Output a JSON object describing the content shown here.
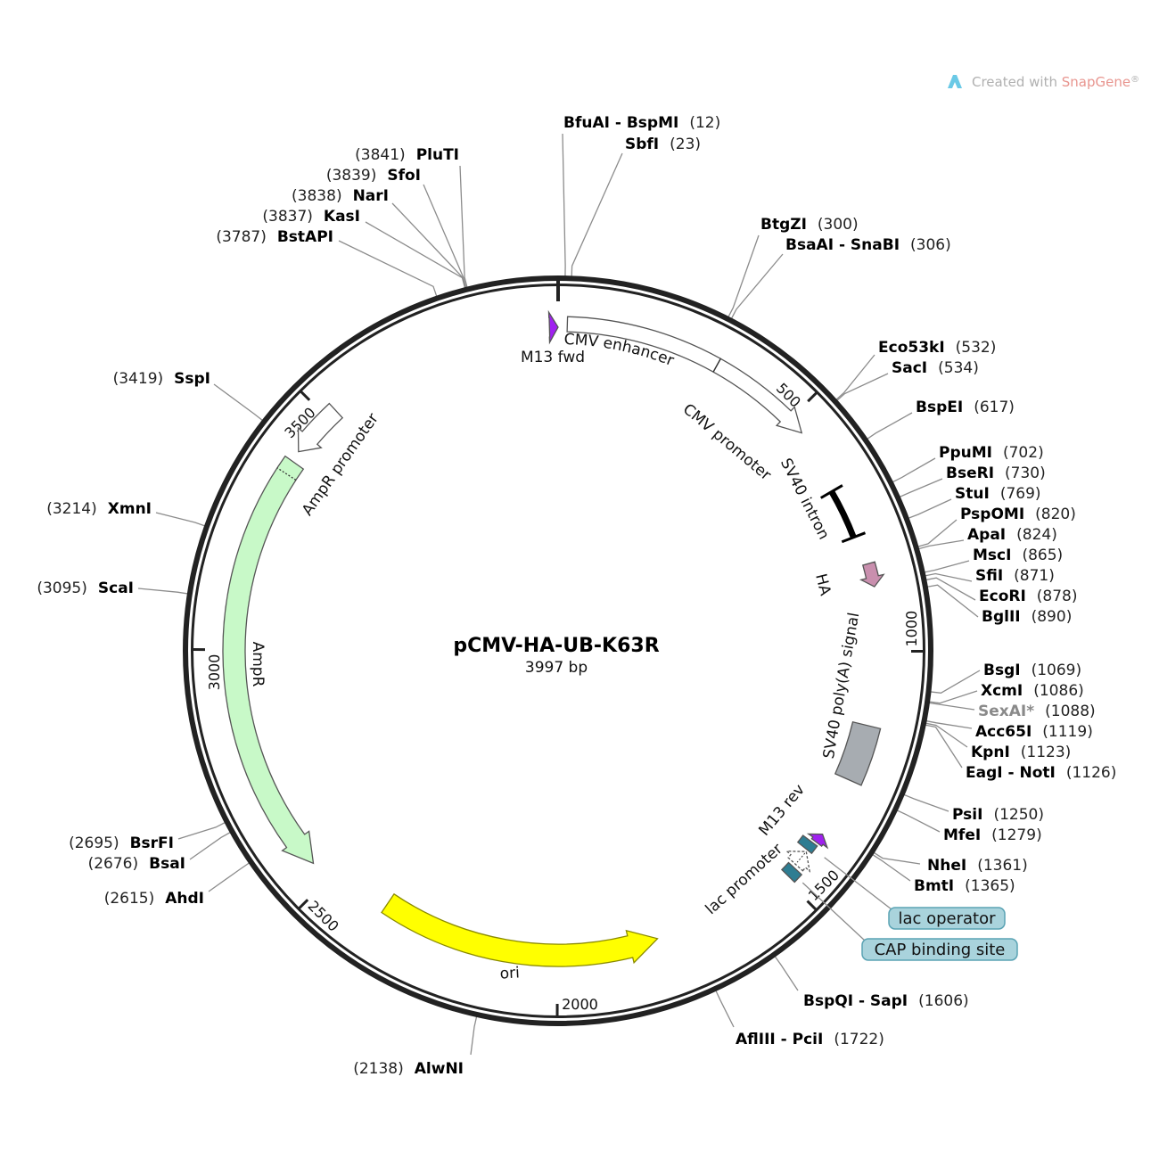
{
  "map": {
    "title": "pCMV-HA-UB-K63R",
    "length_label": "3997 bp",
    "length": 3997
  },
  "watermark": {
    "prefix": "Created with ",
    "brand": "SnapGene",
    "suffix": "®"
  },
  "colors": {
    "ring": "#222222",
    "leader": "#8c8c8c",
    "purple": "#a020f0",
    "yellow": "#ffff00",
    "green": "#c8f9c8",
    "grey_box": "#a7acb1",
    "teal": "#2e7d92",
    "pink": "#c98fae",
    "box_fill": "#a9d3dc"
  },
  "ticks": [
    {
      "bp": 500,
      "label": "500"
    },
    {
      "bp": 1000,
      "label": "1000"
    },
    {
      "bp": 1500,
      "label": "1500"
    },
    {
      "bp": 2000,
      "label": "2000"
    },
    {
      "bp": 2500,
      "label": "2500"
    },
    {
      "bp": 3000,
      "label": "3000"
    },
    {
      "bp": 3500,
      "label": "3500"
    }
  ],
  "features": [
    {
      "name": "M13 fwd",
      "start": 3980,
      "end": 3997,
      "direction": 1,
      "color": "#a020f0"
    },
    {
      "name": "CMV enhancer",
      "start": 18,
      "end": 323,
      "direction": 1,
      "color": "#ffffff"
    },
    {
      "name": "CMV promoter",
      "start": 323,
      "end": 535,
      "direction": 1,
      "color": "#ffffff"
    },
    {
      "name": "SV40 intron",
      "start": 664,
      "end": 766,
      "direction": 0,
      "color": "#000000"
    },
    {
      "name": "HA",
      "start": 825,
      "end": 872,
      "direction": 1,
      "color": "#c98fae"
    },
    {
      "name": "SV40 poly(A) signal",
      "start": 1150,
      "end": 1265,
      "direction": 0,
      "color": "#a7acb1"
    },
    {
      "name": "M13 rev",
      "start": 1385,
      "end": 1405,
      "direction": -1,
      "color": "#a020f0"
    },
    {
      "name": "lac operator",
      "start": 1410,
      "end": 1428,
      "direction": 0,
      "color": "#2e7d92"
    },
    {
      "name": "lac promoter",
      "start": 1432,
      "end": 1465,
      "direction": -1,
      "color": "#ffffff"
    },
    {
      "name": "CAP binding site",
      "start": 1472,
      "end": 1492,
      "direction": 0,
      "color": "#2e7d92"
    },
    {
      "name": "ori",
      "start": 1787,
      "end": 2376,
      "direction": -1,
      "color": "#ffff00"
    },
    {
      "name": "AmpR",
      "start": 2543,
      "end": 3392,
      "direction": -1,
      "color": "#c8f9c8"
    },
    {
      "name": "AmpR promoter",
      "start": 3414,
      "end": 3522,
      "direction": -1,
      "color": "#ffffff"
    }
  ],
  "sites": [
    {
      "name": "BfuAI - BspMI",
      "pos": "(12)",
      "bp": 12
    },
    {
      "name": "SbfI",
      "pos": "(23)",
      "bp": 23
    },
    {
      "name": "BtgZI",
      "pos": "(300)",
      "bp": 300
    },
    {
      "name": "BsaAI - SnaBI",
      "pos": "(306)",
      "bp": 306
    },
    {
      "name": "Eco53kI",
      "pos": "(532)",
      "bp": 532
    },
    {
      "name": "SacI",
      "pos": "(534)",
      "bp": 534
    },
    {
      "name": "BspEI",
      "pos": "(617)",
      "bp": 617
    },
    {
      "name": "PpuMI",
      "pos": "(702)",
      "bp": 702
    },
    {
      "name": "BseRI",
      "pos": "(730)",
      "bp": 730
    },
    {
      "name": "StuI",
      "pos": "(769)",
      "bp": 769
    },
    {
      "name": "PspOMI",
      "pos": "(820)",
      "bp": 820
    },
    {
      "name": "ApaI",
      "pos": "(824)",
      "bp": 824
    },
    {
      "name": "MscI",
      "pos": "(865)",
      "bp": 865
    },
    {
      "name": "SfiI",
      "pos": "(871)",
      "bp": 871
    },
    {
      "name": "EcoRI",
      "pos": "(878)",
      "bp": 878
    },
    {
      "name": "BglII",
      "pos": "(890)",
      "bp": 890
    },
    {
      "name": "BsgI",
      "pos": "(1069)",
      "bp": 1069
    },
    {
      "name": "XcmI",
      "pos": "(1086)",
      "bp": 1086
    },
    {
      "name": "SexAI*",
      "pos": "(1088)",
      "bp": 1088,
      "greyed": true
    },
    {
      "name": "Acc65I",
      "pos": "(1119)",
      "bp": 1119
    },
    {
      "name": "KpnI",
      "pos": "(1123)",
      "bp": 1123
    },
    {
      "name": "EagI - NotI",
      "pos": "(1126)",
      "bp": 1126
    },
    {
      "name": "PsiI",
      "pos": "(1250)",
      "bp": 1250
    },
    {
      "name": "MfeI",
      "pos": "(1279)",
      "bp": 1279
    },
    {
      "name": "NheI",
      "pos": "(1361)",
      "bp": 1361
    },
    {
      "name": "BmtI",
      "pos": "(1365)",
      "bp": 1365
    },
    {
      "name": "BspQI - SapI",
      "pos": "(1606)",
      "bp": 1606
    },
    {
      "name": "AflIII - PciI",
      "pos": "(1722)",
      "bp": 1722
    },
    {
      "name": "PluTI",
      "pos": "(3841)",
      "bp": 3841
    },
    {
      "name": "SfoI",
      "pos": "(3839)",
      "bp": 3839
    },
    {
      "name": "NarI",
      "pos": "(3838)",
      "bp": 3838
    },
    {
      "name": "KasI",
      "pos": "(3837)",
      "bp": 3837
    },
    {
      "name": "BstAPI",
      "pos": "(3787)",
      "bp": 3787
    },
    {
      "name": "SspI",
      "pos": "(3419)",
      "bp": 3419
    },
    {
      "name": "XmnI",
      "pos": "(3214)",
      "bp": 3214
    },
    {
      "name": "ScaI",
      "pos": "(3095)",
      "bp": 3095
    },
    {
      "name": "BsrFI",
      "pos": "(2695)",
      "bp": 2695
    },
    {
      "name": "BsaI",
      "pos": "(2676)",
      "bp": 2676
    },
    {
      "name": "AhdI",
      "pos": "(2615)",
      "bp": 2615
    },
    {
      "name": "AlwNI",
      "pos": "(2138)",
      "bp": 2138
    }
  ],
  "feature_boxes": [
    {
      "label": "lac operator",
      "feature": 7
    },
    {
      "label": "CAP binding site",
      "feature": 9
    }
  ]
}
